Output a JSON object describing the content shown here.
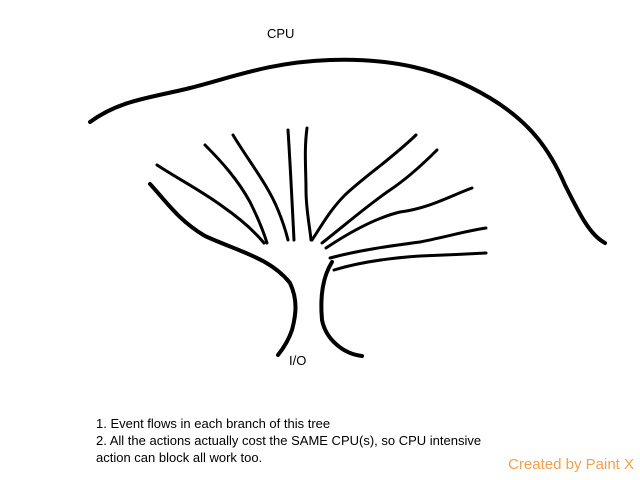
{
  "diagram": {
    "cpu_label": "CPU",
    "io_label": "I/O"
  },
  "notes": [
    "1.  Event flows in each branch of this tree",
    "2.  All the actions actually cost the SAME CPU(s), so CPU intensive",
    "action can block all work too."
  ],
  "watermark": {
    "text": "Created by Paint X",
    "color": "#f5a04a"
  }
}
